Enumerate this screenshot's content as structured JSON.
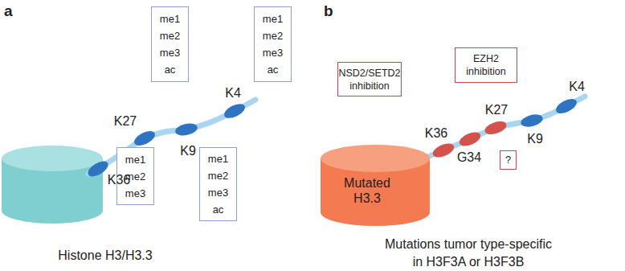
{
  "diagram": {
    "nodes": [
      {
        "text": [
          "me1",
          "me2",
          "me3",
          "ac"
        ]
      },
      {
        "text": [
          "me1",
          "me2",
          "me3",
          "ac"
        ]
      },
      {
        "text": [
          "me1",
          "me2",
          "me3"
        ]
      },
      {
        "text": [
          "me1",
          "me2",
          "me3",
          "ac"
        ]
      },
      {
        "text": [
          "NSD2/SETD2 inhibition"
        ]
      },
      {
        "text": [
          "EZH2 inhibition"
        ]
      },
      {
        "text": [
          "?"
        ]
      },
      {
        "text": [
          "Mutated H3.3"
        ]
      }
    ],
    "labels": [
      "a",
      "b",
      "K27",
      "K4",
      "K36",
      "K9",
      "Histone H3/H3.3",
      "K36",
      "G34",
      "K27",
      "K9",
      "K4",
      "Mutations tumor type-specific in H3F3A or H3F3B"
    ]
  }
}
